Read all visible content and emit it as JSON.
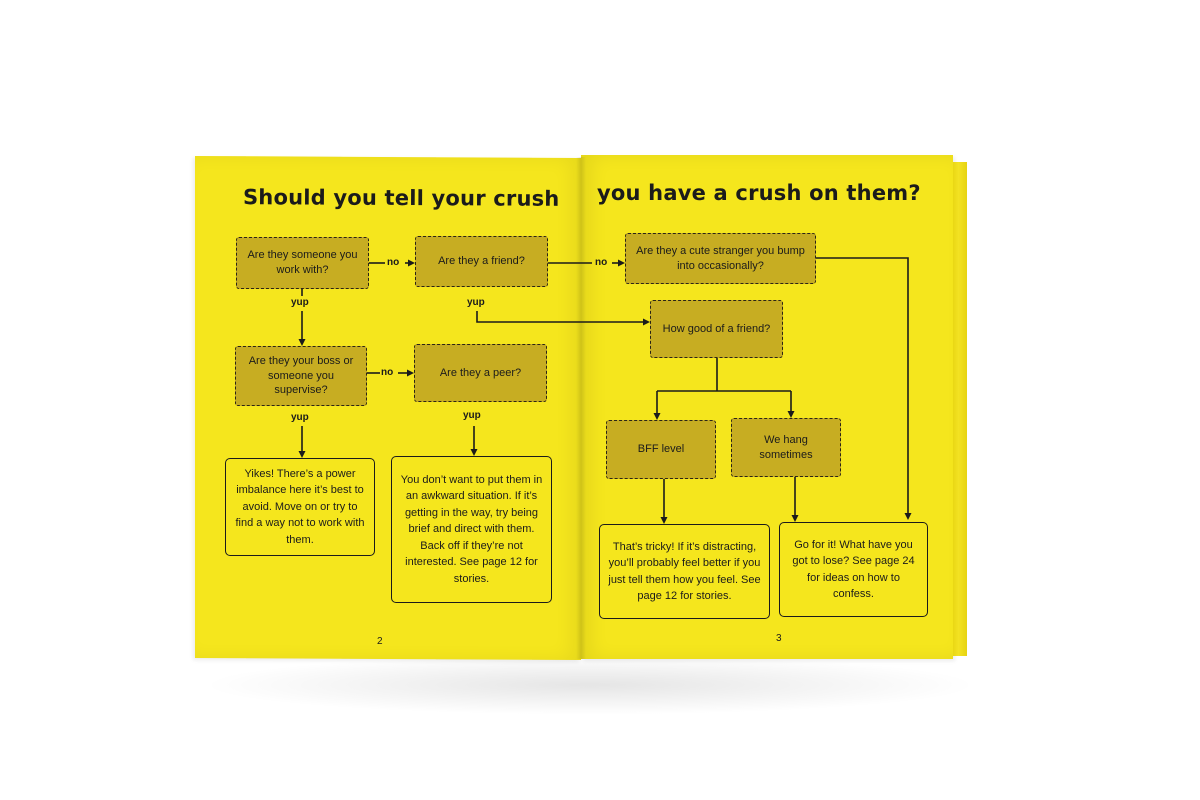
{
  "title": {
    "left": "Should you tell your crush",
    "right": "you have a crush on them?"
  },
  "nodes": {
    "q_work": "Are they someone you work with?",
    "q_friend": "Are they a friend?",
    "q_stranger": "Are they a cute stranger you bump into occasionally?",
    "q_boss": "Are they your boss or someone you supervise?",
    "q_peer": "Are they a peer?",
    "q_howgood": "How good of a friend?",
    "q_bff": "BFF level",
    "q_hang": "We hang sometimes",
    "a_yikes": "Yikes! There’s a power imbalance here it’s best to avoid. Move on or try to find a way not to work with them.",
    "a_awkward": "You don’t want to put them in an awkward situation. If it’s getting in the way, try being brief and direct with them. Back off if they’re not interested. See page 12 for stories.",
    "a_tricky": "That’s tricky! If it’s distracting, you’ll probably feel better if you just tell them how you feel. See page 12 for stories.",
    "a_goforit": "Go for it! What have you got to lose? See page 24 for ideas on how to confess."
  },
  "labels": {
    "no": "no",
    "yup": "yup"
  },
  "page_numbers": {
    "left": "2",
    "right": "3"
  },
  "colors": {
    "page": "#f5e61d",
    "question_box": "#c7ad22",
    "ink": "#1b1b1b"
  }
}
